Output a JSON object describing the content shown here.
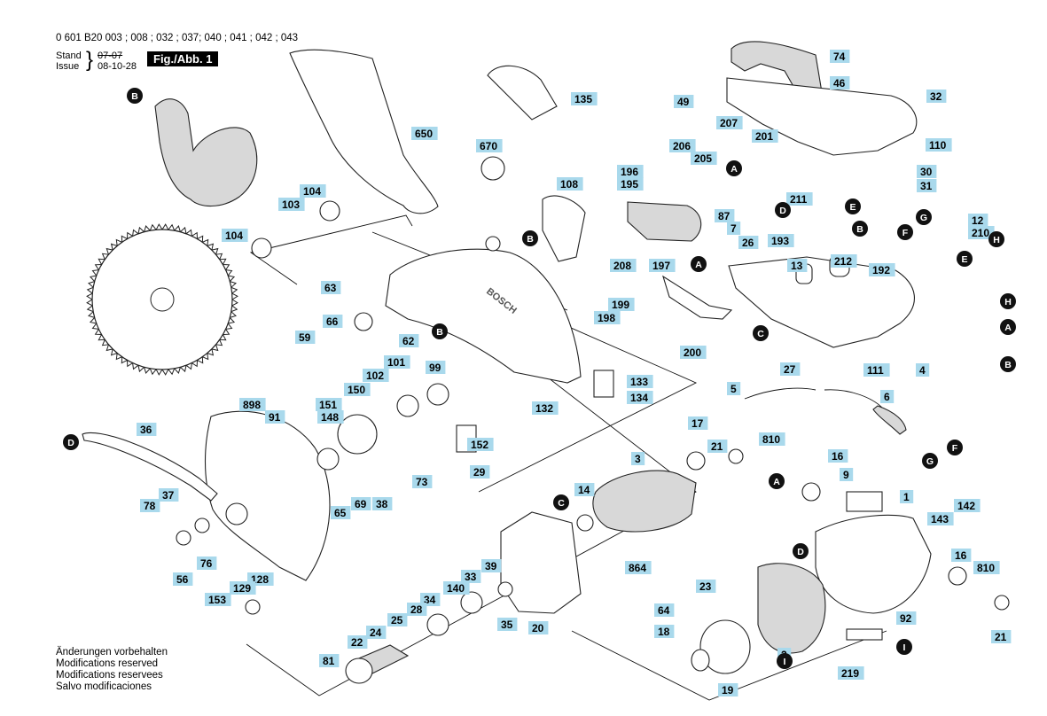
{
  "header": {
    "model_numbers": "0 601 B20 003 ; 008 ; 032 ; 037; 040 ; 041 ; 042 ; 043",
    "stand_label": "Stand",
    "stand_value": "07-07",
    "issue_label": "Issue",
    "issue_value": "08-10-28",
    "figure_label": "Fig./Abb. 1"
  },
  "footer": {
    "line1": "Änderungen vorbehalten",
    "line2": "Modifications reserved",
    "line3": "Modifications reservees",
    "line4": "Salvo modificaciones"
  },
  "brand_text": "BOSCH",
  "part_labels": [
    "74",
    "46",
    "49",
    "32",
    "135",
    "650",
    "207",
    "201",
    "206",
    "205",
    "110",
    "670",
    "196",
    "195",
    "30",
    "31",
    "108",
    "211",
    "87",
    "7",
    "12",
    "210",
    "26",
    "193",
    "104",
    "103",
    "104",
    "208",
    "197",
    "13",
    "212",
    "192",
    "63",
    "199",
    "66",
    "62",
    "59",
    "198",
    "200",
    "27",
    "111",
    "4",
    "101",
    "102",
    "99",
    "133",
    "134",
    "132",
    "898",
    "91",
    "151",
    "150",
    "148",
    "152",
    "36",
    "73",
    "29",
    "5",
    "6",
    "17",
    "810",
    "21",
    "16",
    "9",
    "1",
    "3",
    "14",
    "37",
    "78",
    "65",
    "69",
    "38",
    "56",
    "76",
    "142",
    "143",
    "16",
    "810",
    "864",
    "128",
    "153",
    "129",
    "39",
    "33",
    "140",
    "34",
    "28",
    "25",
    "35",
    "20",
    "64",
    "23",
    "92",
    "21",
    "18",
    "2",
    "219",
    "22",
    "24",
    "81",
    "19"
  ],
  "reference_markers": [
    "B",
    "A",
    "B",
    "B",
    "A",
    "D",
    "E",
    "G",
    "F",
    "H",
    "E",
    "B",
    "C",
    "H",
    "A",
    "B",
    "D",
    "C",
    "A",
    "F",
    "G",
    "D",
    "I",
    "I"
  ]
}
